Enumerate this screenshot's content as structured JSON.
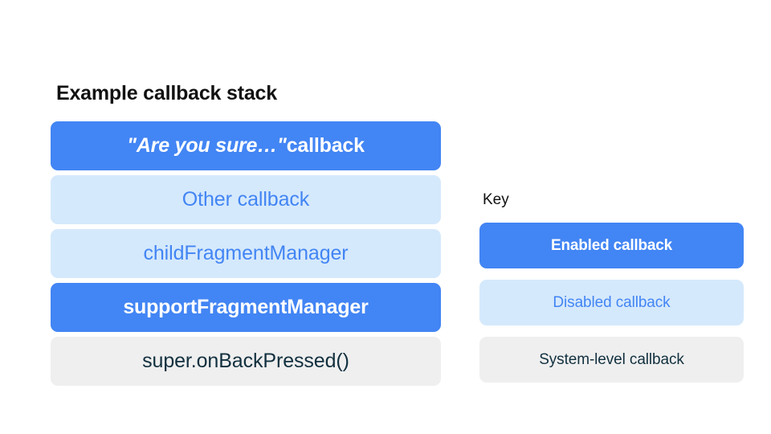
{
  "background_color": "#FFFFFF",
  "palette": {
    "enabled_fill": "#4285F4",
    "enabled_text": "#FFFFFF",
    "disabled_fill": "#D5E9FC",
    "disabled_text": "#4285F4",
    "system_fill": "#EFEFEF",
    "system_text": "#12303F",
    "heading_text": "#111111"
  },
  "stack": {
    "title": "Example callback stack",
    "rows": [
      {
        "label": "\"Are you sure…\" callback",
        "label_quoted": "\"Are you sure…\"",
        "label_tail": " callback",
        "state": "enabled"
      },
      {
        "label": "Other callback",
        "state": "disabled"
      },
      {
        "label": "childFragmentManager",
        "state": "disabled"
      },
      {
        "label": "supportFragmentManager",
        "state": "enabled"
      },
      {
        "label": "super.onBackPressed()",
        "state": "system"
      }
    ]
  },
  "key": {
    "title": "Key",
    "items": [
      {
        "label": "Enabled callback",
        "state": "enabled"
      },
      {
        "label": "Disabled callback",
        "state": "disabled"
      },
      {
        "label": "System-level callback",
        "state": "system"
      }
    ]
  }
}
